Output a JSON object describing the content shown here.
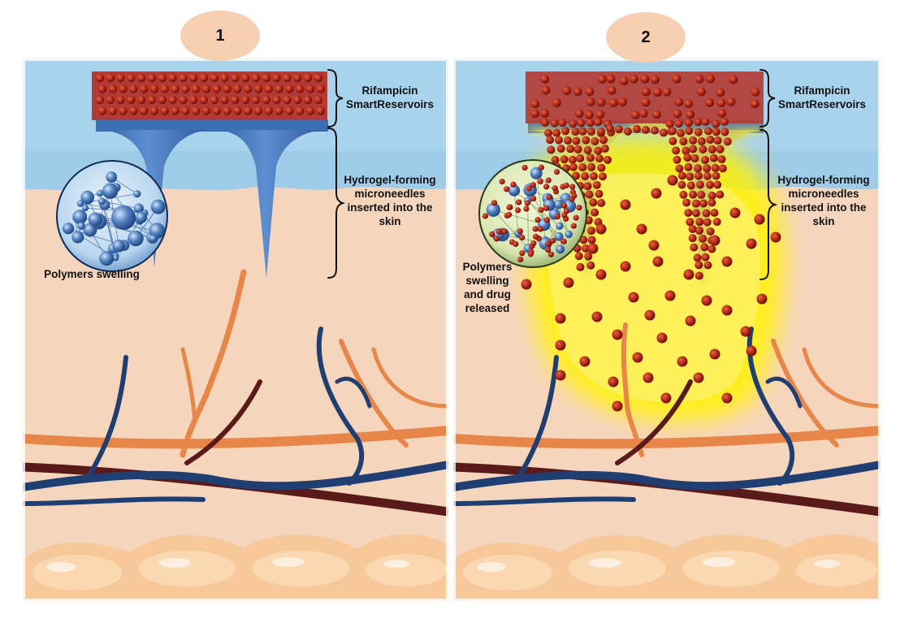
{
  "panels": [
    {
      "number": "1",
      "reservoir_label": [
        "Rifampicin",
        "SmartReservoirs"
      ],
      "needle_label": [
        "Hydrogel-forming",
        "microneedles",
        "inserted into the",
        "skin"
      ],
      "inset_label": [
        "Polymers swelling"
      ]
    },
    {
      "number": "2",
      "reservoir_label": [
        "Rifampicin",
        "SmartReservoirs"
      ],
      "needle_label": [
        "Hydrogel-forming",
        "microneedles",
        "inserted into the",
        "skin"
      ],
      "inset_label": [
        "Polymers",
        "swelling",
        "and drug",
        "released"
      ]
    }
  ],
  "colors": {
    "epidermis": "#a9d2ec",
    "dermis": "#f6d5bd",
    "fat": "#f7c99a",
    "reservoir": "#b23c35",
    "drug_particle": "#b3271c",
    "needle": "#3b6fb4",
    "vein": "#1f3f73",
    "artery": "#e8864a",
    "vessel_dark": "#5a1a1a",
    "release_glow": "#fff200"
  },
  "icons": [
    "microneedle-patch-icon",
    "drug-particle-icon",
    "polymer-network-icon",
    "blood-vessel-icon",
    "fat-cell-icon"
  ]
}
